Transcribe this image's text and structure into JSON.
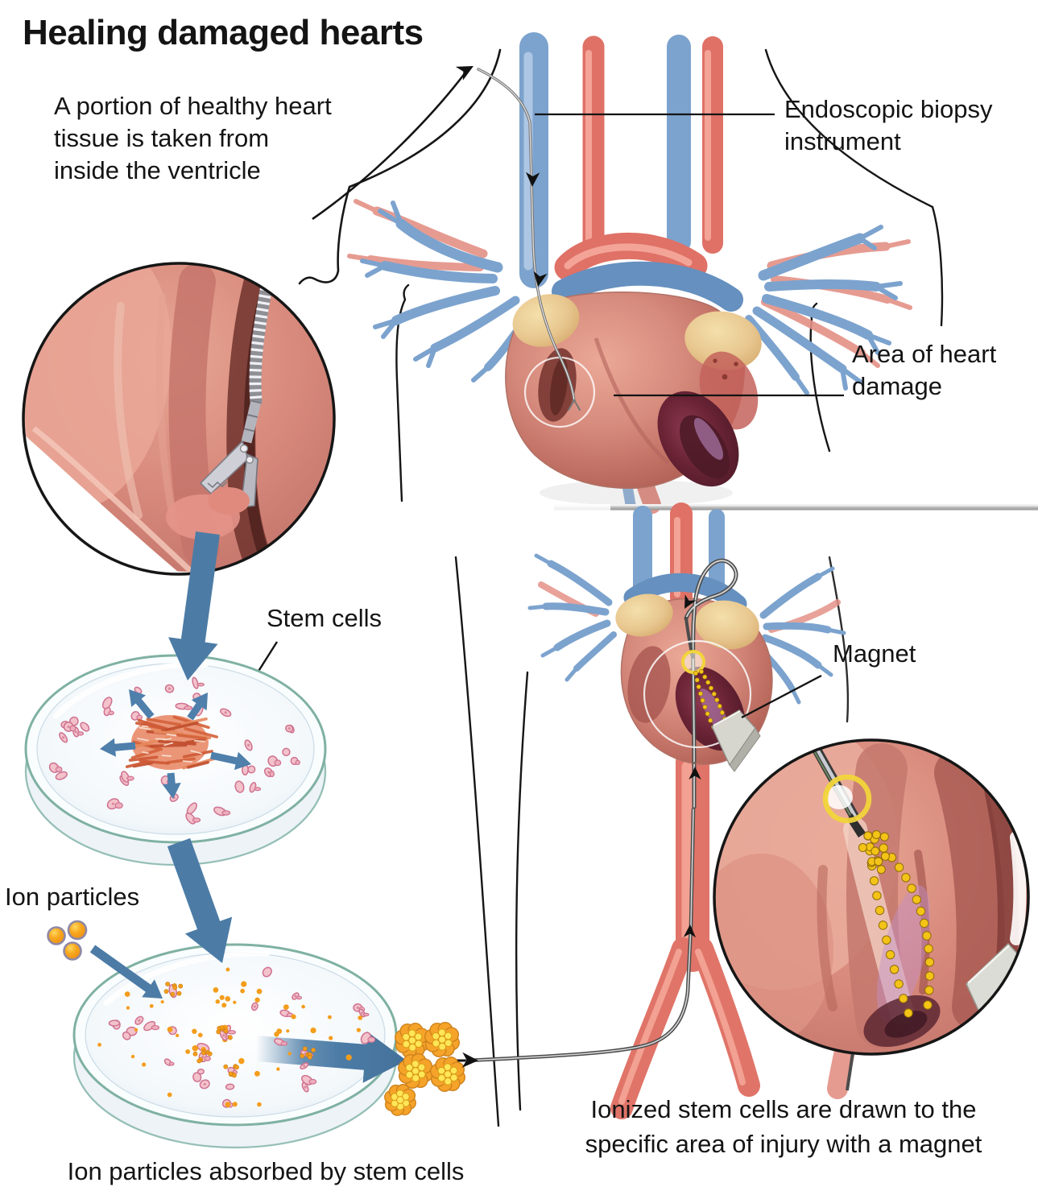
{
  "title": "Healing damaged hearts",
  "annotations": {
    "step1": {
      "lines": [
        "A portion of healthy heart",
        "tissue is taken from",
        "inside the ventricle"
      ]
    },
    "endoscope": {
      "lines": [
        "Endoscopic biopsy",
        "instrument"
      ]
    },
    "damage": {
      "lines": [
        "Area of heart",
        "damage"
      ]
    },
    "stem_cells": "Stem cells",
    "ion_particles": "Ion particles",
    "dish2_caption": "Ion particles absorbed by stem cells",
    "magnet": "Magnet",
    "final": {
      "lines": [
        "Ionized stem cells are drawn to the",
        "specific area of injury with a magnet"
      ]
    }
  },
  "palette": {
    "text": "#141414",
    "arrow_blue": "#4c7ca6",
    "vessel_red": "#df7166",
    "vessel_blue": "#7ca3ce",
    "heart_pink": "#d68b7d",
    "fat_tan": "#e8c78f",
    "cavity_maroon": "#5f2433",
    "cell_pink": "#f3c2cb",
    "ion_orange": "#f7a81f",
    "stem_dot_yellow": "#f4c318",
    "magnet_gray": "#d6d6cf",
    "dish_teal": "#7fb1a2",
    "catheter_gray": "#555555",
    "divider_gray": "#9a9a9a",
    "background": "#ffffff"
  }
}
